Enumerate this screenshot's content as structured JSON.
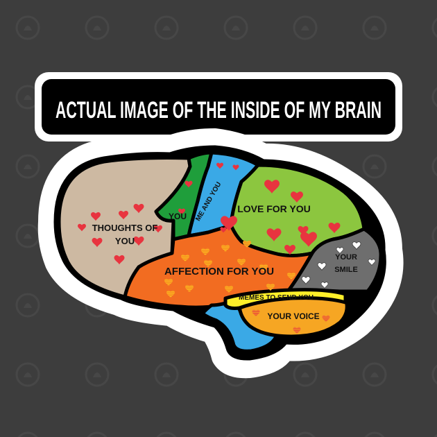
{
  "title": "ACTUAL IMAGE OF THE INSIDE OF MY BRAIN",
  "colors": {
    "background": "#3d3d3d",
    "sticker_border": "#ffffff",
    "outline": "#000000",
    "thoughts_region": "#cdb9a2",
    "you_region": "#1f9e3b",
    "me_and_you_region": "#3aa9e6",
    "love_region": "#8cc63f",
    "affection_region": "#f26c21",
    "smile_region": "#6e6e6e",
    "memes_region": "#ffef2a",
    "voice_region": "#f6a623",
    "stem_region": "#3aa9e6",
    "heart": "#e8343f"
  },
  "regions": {
    "thoughts": {
      "label_line1": "THOUGHTS OF",
      "label_line2": "YOU"
    },
    "you": {
      "label": "YOU"
    },
    "me_and_you": {
      "label": "ME AND YOU"
    },
    "love": {
      "label": "LOVE FOR YOU"
    },
    "affection": {
      "label": "AFFECTION FOR YOU"
    },
    "smile": {
      "label_line1": "YOUR",
      "label_line2": "SMILE"
    },
    "memes": {
      "label": "MEMES TO SEND YOU"
    },
    "voice": {
      "label": "YOUR VOICE"
    }
  }
}
